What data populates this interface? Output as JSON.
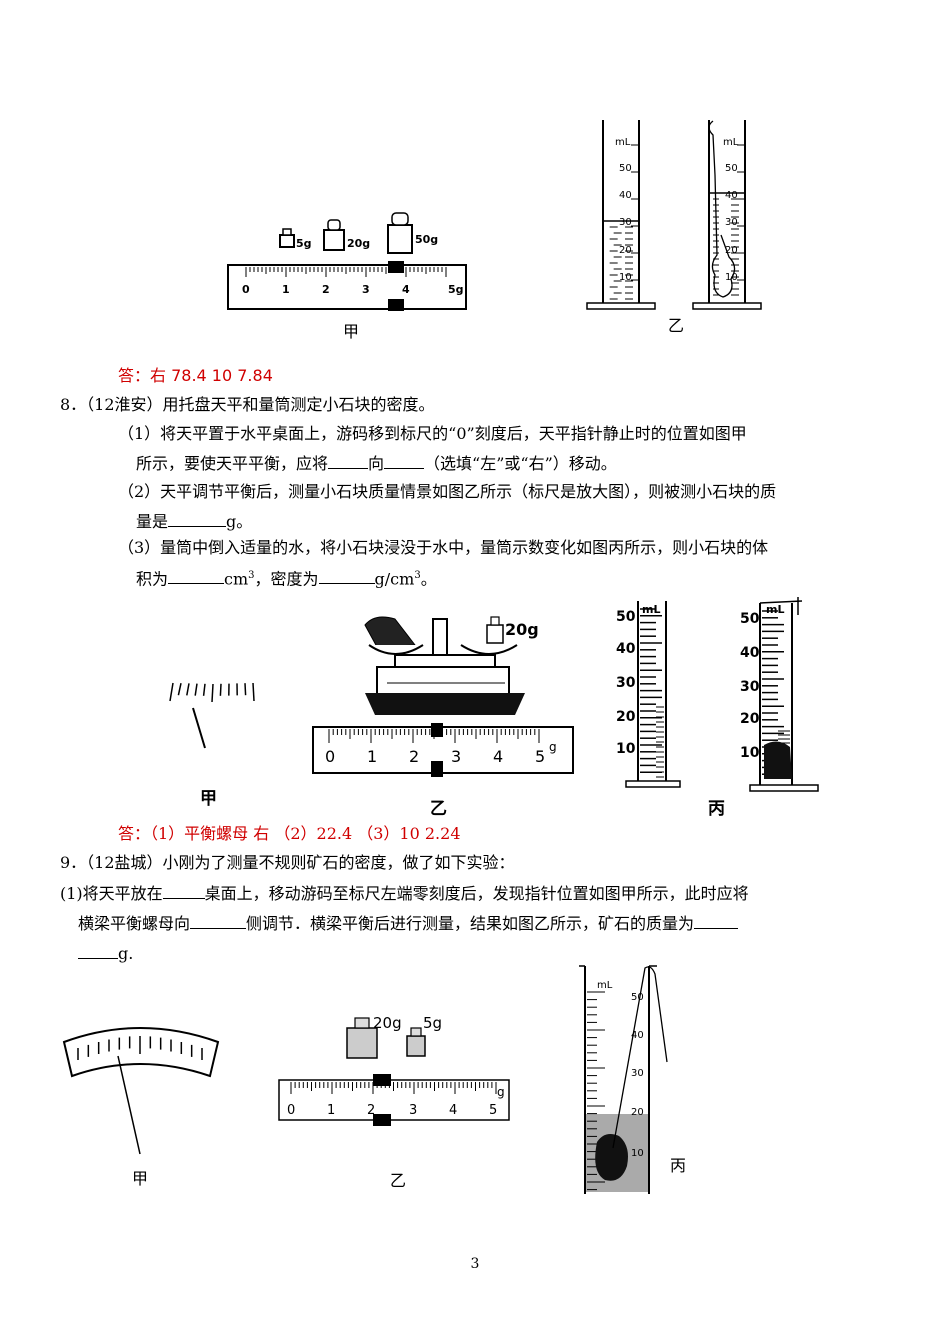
{
  "top_figures": {
    "jia_label": "甲",
    "yi_label": "乙",
    "weights": [
      "5g",
      "20g",
      "50g"
    ],
    "ruler_ticks": [
      "0",
      "1",
      "2",
      "3",
      "4",
      "5g"
    ],
    "cylinder_unit": "mL",
    "cylinder_marks": [
      "50",
      "40",
      "30",
      "20",
      "10"
    ]
  },
  "answer7": "答：右   78.4   10   7.84",
  "q8": {
    "title": "8．（12淮安）用托盘天平和量筒测定小石块的密度。",
    "p1_line1": "（1）将天平置于水平桌面上，游码移到标尺的“0”刻度后，天平指针静止时的位置如图甲",
    "p1_line2_a": "所示，要使天平平衡，应将",
    "p1_line2_b": "向",
    "p1_line2_c": "（选填“左”或“右”）移动。",
    "p2_line1": "（2）天平调节平衡后，测量小石块质量情景如图乙所示（标尺是放大图），则被测小石块的质",
    "p2_line2_a": "量是",
    "p2_line2_b": "g。",
    "p3_line1": "（3）量筒中倒入适量的水，将小石块浸没于水中，量筒示数变化如图丙所示，则小石块的体",
    "p3_line2_a": "积为",
    "p3_line2_b": "cm",
    "p3_line2_c": "，密度为",
    "p3_line2_d": "g/cm",
    "p3_line2_e": "。",
    "sup": "3",
    "fig_jia": "甲",
    "fig_yi": "乙",
    "fig_bing": "丙",
    "weight_label": "20g",
    "ruler_ticks": [
      "0",
      "1",
      "2",
      "3",
      "4",
      "5"
    ],
    "ruler_unit": "g",
    "cyl_marks": [
      "50",
      "40",
      "30",
      "20",
      "10"
    ],
    "cyl_unit": "mL",
    "answer": "答：（1）平衡螺母   右    （2）22.4    （3）10    2.24"
  },
  "q9": {
    "title": "9．（12盐城）小刚为了测量不规则矿石的密度，做了如下实验：",
    "line1_a": "(1)将天平放在",
    "line1_b": "桌面上，移动游码至标尺左端零刻度后，发现指针位置如图甲所示，此时应将",
    "line2_a": "横梁平衡螺母向",
    "line2_b": "侧调节．横梁平衡后进行测量，结果如图乙所示，矿石的质量为",
    "line3": "g.",
    "fig_jia": "甲",
    "fig_yi": "乙",
    "fig_bing": "丙",
    "weights": [
      "20g",
      "5g"
    ],
    "ruler_ticks": [
      "0",
      "1",
      "2",
      "3",
      "4",
      "5"
    ],
    "ruler_unit": "g",
    "cyl_unit": "mL",
    "cyl_marks": [
      "50",
      "40",
      "30",
      "20",
      "10"
    ]
  },
  "page_number": "3"
}
